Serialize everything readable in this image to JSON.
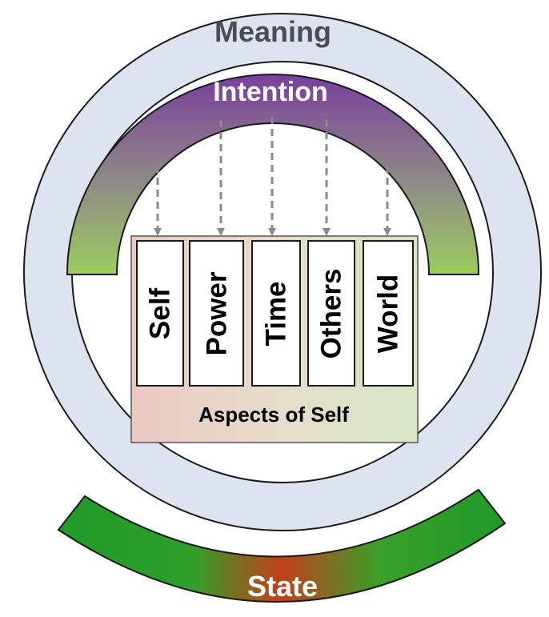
{
  "diagram": {
    "outer_ring_label": "Meaning",
    "arc_label": "Intention",
    "bottom_arc_label": "State",
    "box_caption": "Aspects of Self",
    "aspects": [
      "Self",
      "Power",
      "Time",
      "Others",
      "World"
    ]
  },
  "colors": {
    "ring_fill": "#dde4f0",
    "ring_stroke": "#1a1a1a",
    "meaning_text": "#4a4d57",
    "intention_top": "#7a3f9e",
    "intention_bottom": "#9ccc5e",
    "state_green": "#1f9a2a",
    "state_red": "#c0401a",
    "arrow": "#8a8a8a"
  }
}
